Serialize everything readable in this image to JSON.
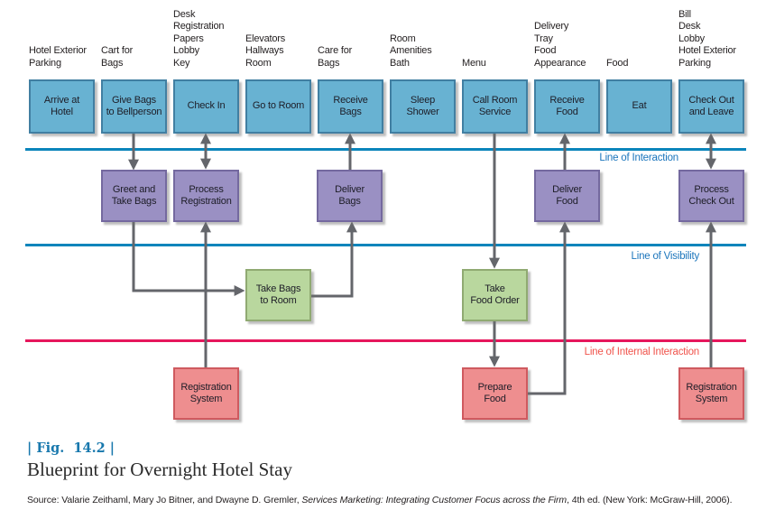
{
  "figure": {
    "tag": "| Fig.  14.2 |",
    "title": "Blueprint for Overnight Hotel Stay",
    "source_prefix": "Source: Valarie Zeithaml, Mary Jo Bitner, and Dwayne D. Gremler, ",
    "source_italic": "Services Marketing: Integrating Customer Focus across the Firm",
    "source_suffix": ", 4th ed. (New York: McGraw-Hill, 2006)."
  },
  "lines": {
    "interaction": "Line of Interaction",
    "visibility": "Line of Visibility",
    "internal": "Line of Internal Interaction"
  },
  "evidence": [
    "Hotel Exterior\nParking",
    "Cart for\nBags",
    "Desk\nRegistration\nPapers\nLobby\nKey",
    "Elevators\nHallways\nRoom",
    "Care for\nBags",
    "Room\nAmenities\nBath",
    "Menu",
    "Delivery\nTray\nFood\nAppearance",
    "Food",
    "Bill\nDesk\nLobby\nHotel Exterior\nParking"
  ],
  "customer_actions": [
    "Arrive at\nHotel",
    "Give Bags\nto Bellperson",
    "Check In",
    "Go to Room",
    "Receive\nBags",
    "Sleep\nShower",
    "Call Room\nService",
    "Receive\nFood",
    "Eat",
    "Check Out\nand Leave"
  ],
  "onstage": [
    "Greet and\nTake Bags",
    "Process\nRegistration",
    "Deliver\nBags",
    "Deliver\nFood",
    "Process\nCheck Out"
  ],
  "backstage": [
    "Take Bags\nto Room",
    "Take\nFood Order"
  ],
  "support": [
    "Registration\nSystem",
    "Prepare\nFood",
    "Registration\nSystem"
  ],
  "colors": {
    "customer-fill": "#68b2d2",
    "customer-border": "#417fa2",
    "onstage-fill": "#9a90c3",
    "onstage-border": "#74699f",
    "backstage-fill": "#b9d79e",
    "backstage-border": "#90aa72",
    "support-fill": "#ee8e8f",
    "support-border": "#cf5a5f",
    "line-blue": "#0b85bb",
    "line-red": "#e6175c",
    "label-blue": "#1b75bc",
    "label-red": "#f0534b",
    "arrow": "#64666b",
    "fig-tag": "#1878ad"
  }
}
